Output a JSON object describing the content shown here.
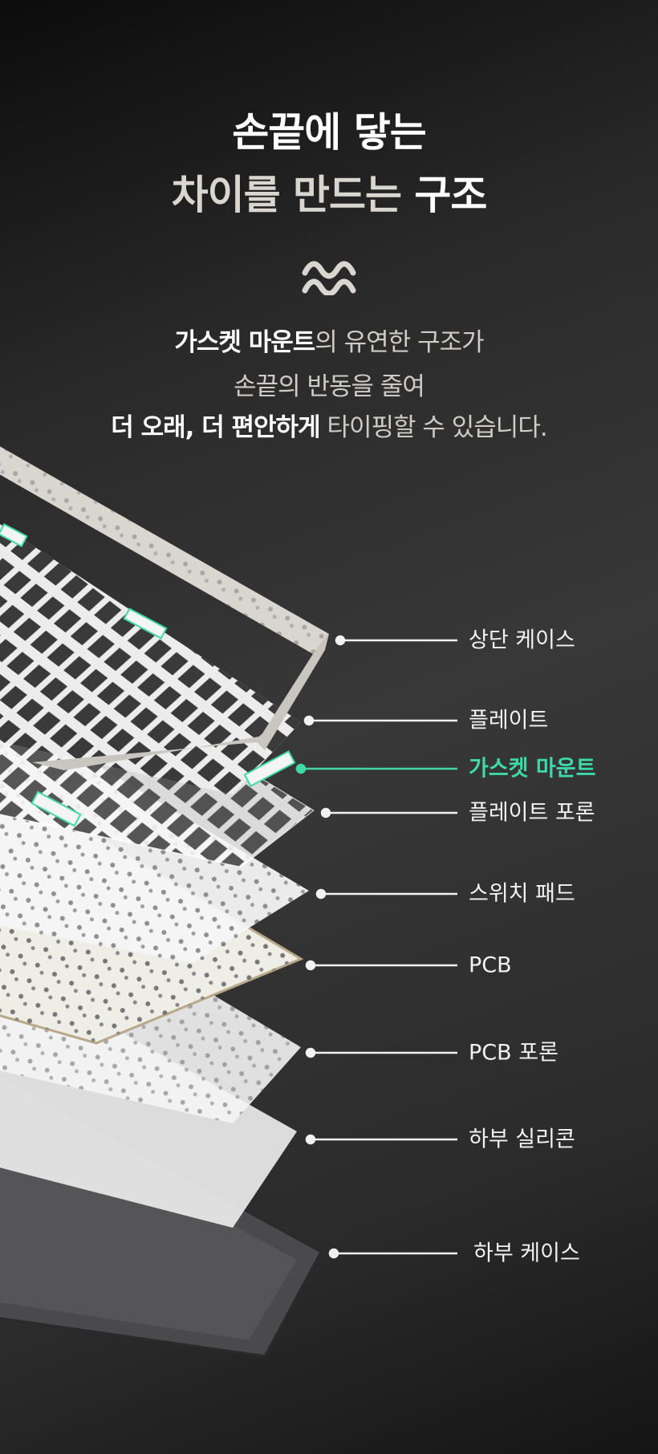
{
  "header": {
    "title_line1": "손끝에 닿는",
    "title_line2_light": "차이를 만드는",
    "title_line2_bold": "구조",
    "logo_icon": "wave-icon"
  },
  "description": {
    "line1_bold": "가스켓 마운트",
    "line1_rest": "의 유연한 구조가",
    "line2": "손끝의 반동을 줄여",
    "line3_bold": "더 오래, 더 편안하게",
    "line3_rest": " 타이핑할 수 있습니다."
  },
  "colors": {
    "accent": "#3fd9a8",
    "background": "#2e2e2e"
  },
  "layers": [
    {
      "label": "상단 케이스"
    },
    {
      "label": "플레이트"
    },
    {
      "label": "가스켓 마운트",
      "highlight": true
    },
    {
      "label": "플레이트 포론"
    },
    {
      "label": "스위치 패드"
    },
    {
      "label": "PCB"
    },
    {
      "label": "PCB 포론"
    },
    {
      "label": "하부 실리콘"
    },
    {
      "label": "하부 케이스"
    }
  ]
}
